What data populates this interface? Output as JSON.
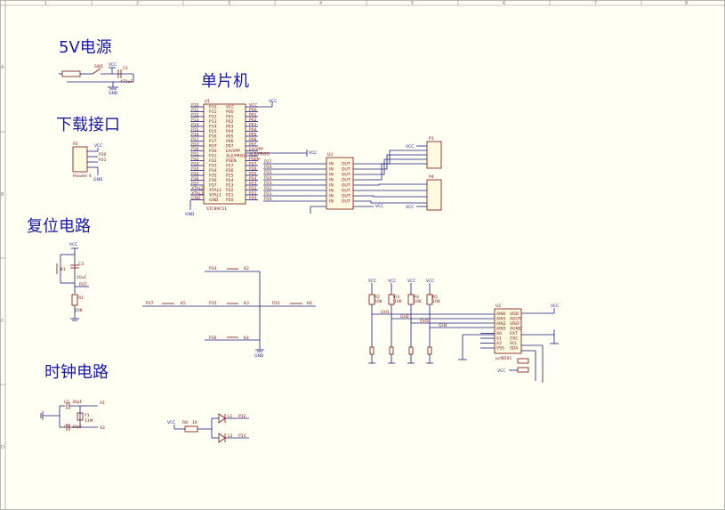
{
  "zones": {
    "columns": [
      "1",
      "2",
      "3",
      "4",
      "5",
      "6",
      "7",
      "8"
    ],
    "rows": [
      "A",
      "B",
      "C",
      "D"
    ]
  },
  "sections": {
    "power": "5V电源",
    "download": "下载接口",
    "mcu": "单片机",
    "reset": "复位电路",
    "clock": "时钟电路"
  },
  "power": {
    "sw_label": "SW1",
    "vcc": "VCC",
    "cap": "C1",
    "cap_value": "470uF",
    "gnd": "GND"
  },
  "download": {
    "ref": "P2",
    "vcc": "VCC",
    "pin_a": "P30",
    "pin_b": "P31",
    "gnd": "GND",
    "name": "Header 4"
  },
  "mcu": {
    "ref": "U1",
    "part": "STC89C51",
    "vcc": "VCC",
    "gnd": "GND",
    "left_pins": [
      "P10",
      "P11",
      "P12",
      "P13",
      "P14",
      "P15",
      "P16",
      "P17",
      "RST",
      "P30",
      "P31",
      "P32",
      "P33",
      "P34",
      "P35",
      "P36",
      "P37",
      "XTAL2",
      "XTAL1",
      "GND"
    ],
    "right_pins": [
      "VCC",
      "P00",
      "P01",
      "P02",
      "P03",
      "P04",
      "P05",
      "P06",
      "P07",
      "EA/VPP",
      "ALE/PROG",
      "PSEN",
      "P27",
      "P26",
      "P25",
      "P24",
      "P23",
      "P22",
      "P21",
      "P20"
    ]
  },
  "driver": {
    "ref": "U3",
    "inputs": [
      "P27",
      "P26",
      "P25",
      "P24",
      "P23",
      "P22",
      "P21",
      "P20"
    ],
    "in_label": "IN",
    "out_label": "OUT",
    "gnd_label": "GND",
    "vcc_label": "VCC",
    "connectors": [
      "P1",
      "P4"
    ]
  },
  "reset": {
    "vcc": "VCC",
    "switch": "K1",
    "cap": "C3",
    "cap_value": "10uF",
    "net": "RST",
    "res": "R1",
    "res_value": "10K"
  },
  "keys": {
    "labels": [
      "P34",
      "P35",
      "P36",
      "P37",
      "P33"
    ],
    "refs": [
      "K2",
      "K3",
      "K4",
      "K5",
      "K6"
    ],
    "gnd": "GND"
  },
  "adc": {
    "ref": "U2",
    "part": "pcf8591",
    "resistors": [
      "R2",
      "R3",
      "R4",
      "R5"
    ],
    "res_value": "10K",
    "nets": [
      "GH1",
      "GH2",
      "GH3",
      "GH4"
    ],
    "left_pins": [
      "AIN0",
      "AIN1",
      "AIN2",
      "AIN3",
      "A0",
      "A1",
      "A2",
      "VSS"
    ],
    "right_pins": [
      "VDD",
      "AOUT",
      "VREF",
      "AGND",
      "EXT",
      "OSC",
      "SCL",
      "SDA"
    ],
    "vcc": "VCC"
  },
  "clock": {
    "caps": [
      "C5",
      "C6"
    ],
    "cap_value": "30pF",
    "crystal": "Y1",
    "crystal_value": "11M",
    "nets": [
      "X1",
      "X2"
    ]
  },
  "leds": {
    "vcc": "VCC",
    "res": "R8",
    "res_value": "1K",
    "refs": [
      "L1",
      "L2"
    ],
    "nets": [
      "P12",
      "P13"
    ]
  }
}
